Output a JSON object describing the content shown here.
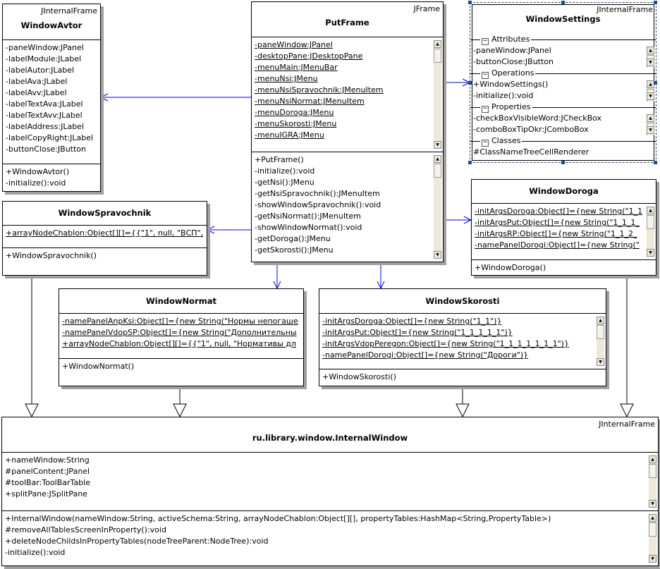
{
  "colors": {
    "association": "#0000ff",
    "generalization": "#000000",
    "selection": "#1f4e8c",
    "shadow": "#a0a0a0"
  },
  "classes": {
    "WindowAvtor": {
      "stereotype": "JInternalFrame",
      "name": "WindowAvtor",
      "attributes": {
        "static": false,
        "items": [
          "-paneWindow:JPanel",
          "-labelModule:JLabel",
          "-labelAutor:JLabel",
          "-labelAva:JLabel",
          "-labelAvv:JLabel",
          "-labelTextAva:JLabel",
          "-labelTextAvv:JLabel",
          "-labelAddress:JLabel",
          "-labelCopyRight:JLabel",
          "-buttonClose:JButton"
        ]
      },
      "operations": {
        "static": false,
        "items": [
          "+WindowAvtor()",
          "-initialize():void"
        ]
      }
    },
    "PutFrame": {
      "stereotype": "JFrame",
      "name": "PutFrame",
      "attributes": {
        "static": true,
        "scroll": true,
        "items": [
          "-paneWindow:JPanel",
          "-desktopPane:JDesktopPane",
          "-menuMain:JMenuBar",
          "-menuNsi:JMenu",
          "-menuNsiSpravochnik:JMenuItem",
          "-menuNsiNormat:JMenuItem",
          "-menuDoroga:JMenu",
          "-menuSkorosti:JMenu",
          "-menuIGRA:JMenu"
        ]
      },
      "operations": {
        "static": false,
        "scroll": true,
        "items": [
          "+PutFrame()",
          "-initialize():void",
          "-getNsi():JMenu",
          "-getNsiSpravochnik():JMenuItem",
          "-showWindowSpravochnik():void",
          "-getNsiNormat():JMenuItem",
          "-showWindowNormat():void",
          "-getDoroga():JMenu",
          "-getSkorosti():JMenu"
        ]
      }
    },
    "WindowSettings": {
      "stereotype": "JInternalFrame",
      "name": "WindowSettings",
      "sections": [
        {
          "label": "Attributes",
          "toggle": "−",
          "scroll": true,
          "items": [
            "-paneWindow:JPanel",
            "-buttonClose:JButton"
          ]
        },
        {
          "label": "Operations",
          "toggle": "−",
          "scroll": true,
          "items": [
            "+WindowSettings()",
            "-initialize():void"
          ]
        },
        {
          "label": "Properties",
          "toggle": "−",
          "scroll": true,
          "items": [
            "-checkBoxVisibleWord:JCheckBox",
            "-comboBoxTipOkr:JComboBox"
          ]
        },
        {
          "label": "Classes",
          "toggle": "−",
          "scroll": false,
          "items": [
            "#ClassNameTreeCellRenderer"
          ]
        }
      ]
    },
    "WindowSpravochnik": {
      "stereotype": "",
      "name": "WindowSpravochnik",
      "attributes": {
        "static": true,
        "items": [
          "+arrayNodeChablon:Object[][]={{\"1\", null, \"ВСП\","
        ]
      },
      "operations": {
        "static": false,
        "items": [
          "+WindowSpravochnik()"
        ]
      }
    },
    "WindowDoroga": {
      "stereotype": "",
      "name": "WindowDoroga",
      "attributes": {
        "static": true,
        "scroll": true,
        "items": [
          "-initArgsDoroga:Object[]={new String(\"1_1",
          "-initArgsPut:Object[]={new String(\"1_1_1_",
          "-initArgsRP:Object[]={new String(\"1_1_2_",
          "-namePanelDorogi:Object[]={new String(\""
        ]
      },
      "operations": {
        "static": false,
        "items": [
          "+WindowDoroga()"
        ]
      }
    },
    "WindowNormat": {
      "stereotype": "",
      "name": "WindowNormat",
      "attributes": {
        "static": true,
        "items": [
          "-namePanelAnpKsi:Object[]={new String(\"Нормы непогаше",
          "-namePanelVdopSP:Object[]={new String(\"Дополнительны",
          "+arrayNodeChablon:Object[][]={{\"1\", null, \"Нормативы дл"
        ]
      },
      "operations": {
        "static": false,
        "items": [
          "+WindowNormat()"
        ]
      }
    },
    "WindowSkorosti": {
      "stereotype": "",
      "name": "WindowSkorosti",
      "attributes": {
        "static": true,
        "scroll": true,
        "items": [
          "-initArgsDoroga:Object[]={new String(\"1_1\")}",
          "-initArgsPut:Object[]={new String(\"1_1_1_1_1\")}",
          "-initArgsVdopPeregon:Object[]={new String(\"1_1_1_1_1_1_1\")}",
          "-namePanelDorogi:Object[]={new String(\"Дороги\")}"
        ]
      },
      "operations": {
        "static": false,
        "items": [
          "+WindowSkorosti()"
        ]
      }
    },
    "InternalWindow": {
      "stereotype": "JInternalFrame",
      "name": "ru.library.window.InternalWindow",
      "attributes": {
        "static": false,
        "scroll": true,
        "items": [
          "+nameWindow:String",
          "#panelContent:JPanel",
          "#toolBar:ToolBarTable",
          "+splitPane:JSplitPane"
        ]
      },
      "operations": {
        "static": false,
        "scroll": true,
        "items": [
          "+InternalWindow(nameWindow:String, activeSchema:String, arrayNodeChablon:Object[][], propertyTables:HashMap<String,PropertyTable>)",
          "#removeAllTablesScreenInProperty():void",
          "+deleteNodeChildsInPropertyTables(nodeTreeParent:NodeTree):void",
          "-initialize():void"
        ]
      }
    }
  },
  "relations": [
    {
      "type": "association",
      "from": "PutFrame",
      "to": "WindowAvtor"
    },
    {
      "type": "association",
      "from": "PutFrame",
      "to": "WindowSpravochnik"
    },
    {
      "type": "association",
      "from": "PutFrame",
      "to": "WindowSettings"
    },
    {
      "type": "association",
      "from": "PutFrame",
      "to": "WindowDoroga"
    },
    {
      "type": "association",
      "from": "PutFrame",
      "to": "WindowNormat"
    },
    {
      "type": "association",
      "from": "PutFrame",
      "to": "WindowSkorosti"
    },
    {
      "type": "generalization",
      "from": "WindowSpravochnik",
      "to": "InternalWindow"
    },
    {
      "type": "generalization",
      "from": "WindowNormat",
      "to": "InternalWindow"
    },
    {
      "type": "generalization",
      "from": "WindowSkorosti",
      "to": "InternalWindow"
    },
    {
      "type": "generalization",
      "from": "WindowDoroga",
      "to": "InternalWindow"
    }
  ]
}
